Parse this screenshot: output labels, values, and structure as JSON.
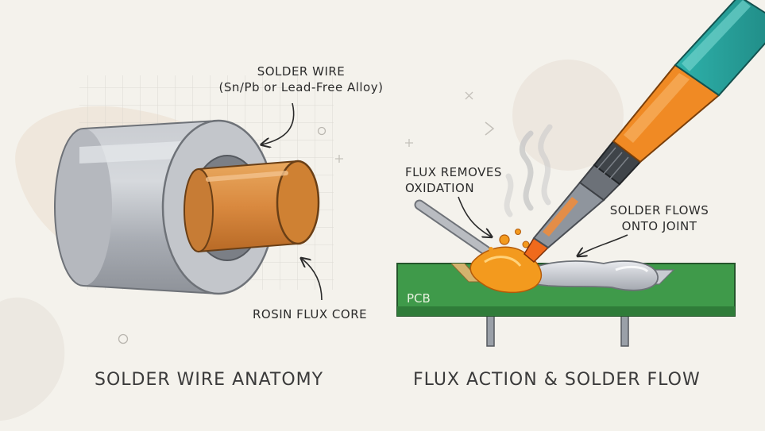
{
  "left_panel": {
    "wire_label_line1": "SOLDER WIRE",
    "wire_label_line2": "(Sn/Pb or Lead-Free Alloy)",
    "core_label": "ROSIN FLUX CORE",
    "caption": "SOLDER WIRE ANATOMY"
  },
  "right_panel": {
    "flux_label_line1": "FLUX REMOVES",
    "flux_label_line2": "OXIDATION",
    "flow_label_line1": "SOLDER FLOWS",
    "flow_label_line2": "ONTO JOINT",
    "pcb_label": "PCB",
    "caption": "FLUX ACTION & SOLDER FLOW"
  },
  "colors": {
    "background": "#f4f2ec",
    "wire_gray": "#b9bcc1",
    "flux_core": "#d9893f",
    "pcb_green": "#3f9a4a",
    "iron_orange": "#f08a24",
    "iron_teal": "#2aa19c",
    "molten_flux": "#f39a1e"
  }
}
